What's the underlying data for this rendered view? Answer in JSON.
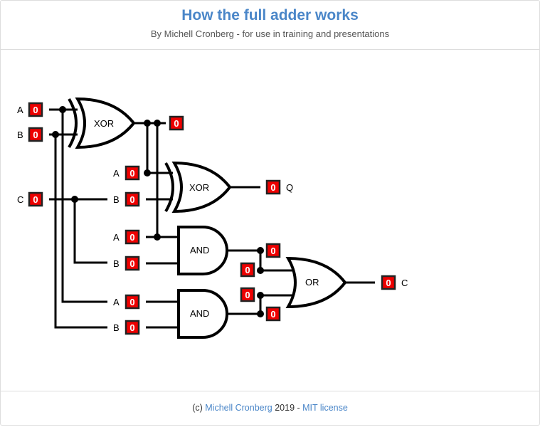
{
  "header": {
    "title": "How the full adder works",
    "subtitle": "By Michell Cronberg - for use in training and presentations"
  },
  "footer": {
    "prefix": "(c) ",
    "author_link": "Michell Cronberg",
    "middle": " 2019 - ",
    "license_link": "MIT license"
  },
  "colors": {
    "accent": "#4a86c8",
    "badge": "#ee0000"
  },
  "diagram": {
    "inputs": {
      "a": {
        "label": "A",
        "value": "0"
      },
      "b": {
        "label": "B",
        "value": "0"
      },
      "c": {
        "label": "C",
        "value": "0"
      }
    },
    "xor1": {
      "name": "XOR",
      "output": "0"
    },
    "xor2": {
      "name": "XOR",
      "in_a_label": "A",
      "in_a": "0",
      "in_b_label": "B",
      "in_b": "0",
      "output": "0",
      "output_label": "Q"
    },
    "and1": {
      "name": "AND",
      "in_a_label": "A",
      "in_a": "0",
      "in_b_label": "B",
      "in_b": "0",
      "output": "0"
    },
    "and2": {
      "name": "AND",
      "in_a_label": "A",
      "in_a": "0",
      "in_b_label": "B",
      "in_b": "0",
      "output": "0"
    },
    "or1": {
      "name": "OR",
      "in_a": "0",
      "in_b": "0",
      "output": "0",
      "output_label": "C"
    }
  }
}
